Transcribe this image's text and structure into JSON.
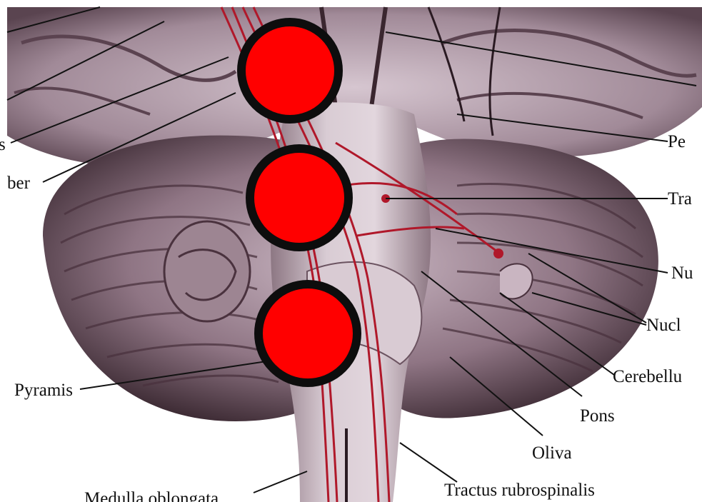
{
  "image": {
    "subject": "brain-stem-cerebellum-illustration",
    "marker_color": "#ff0000",
    "marker_ring_color": "#0d0d0d",
    "tract_color": "#b0182a"
  },
  "labels": {
    "left_partial_1": "s",
    "left_partial_2": "ber",
    "pyramis": "Pyramis",
    "medulla": "Medulla oblongata",
    "right_partial_1": "Pe",
    "right_partial_2": "Tra",
    "right_partial_3": "Nu",
    "right_partial_4": "Nucl",
    "cerebellum_partial": "Cerebellu",
    "pons": "Pons",
    "oliva": "Oliva",
    "tractus": "Tractus rubrospinalis"
  },
  "markers": [
    {
      "name": "marker-top"
    },
    {
      "name": "marker-middle"
    },
    {
      "name": "marker-bottom"
    }
  ]
}
